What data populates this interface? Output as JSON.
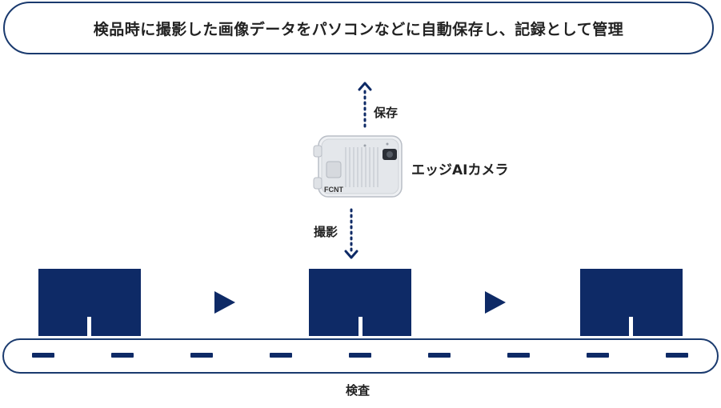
{
  "banner": {
    "text": "検品時に撮影した画像データをパソコンなどに自動保存し、記録として管理"
  },
  "labels": {
    "save": "保存",
    "capture": "撮影",
    "camera": "エッジAIカメラ",
    "inspection": "検査"
  },
  "camera": {
    "brand": "FCNT"
  },
  "colors": {
    "navy": "#0e2a66",
    "border": "#1a3a6e",
    "text": "#222222"
  }
}
